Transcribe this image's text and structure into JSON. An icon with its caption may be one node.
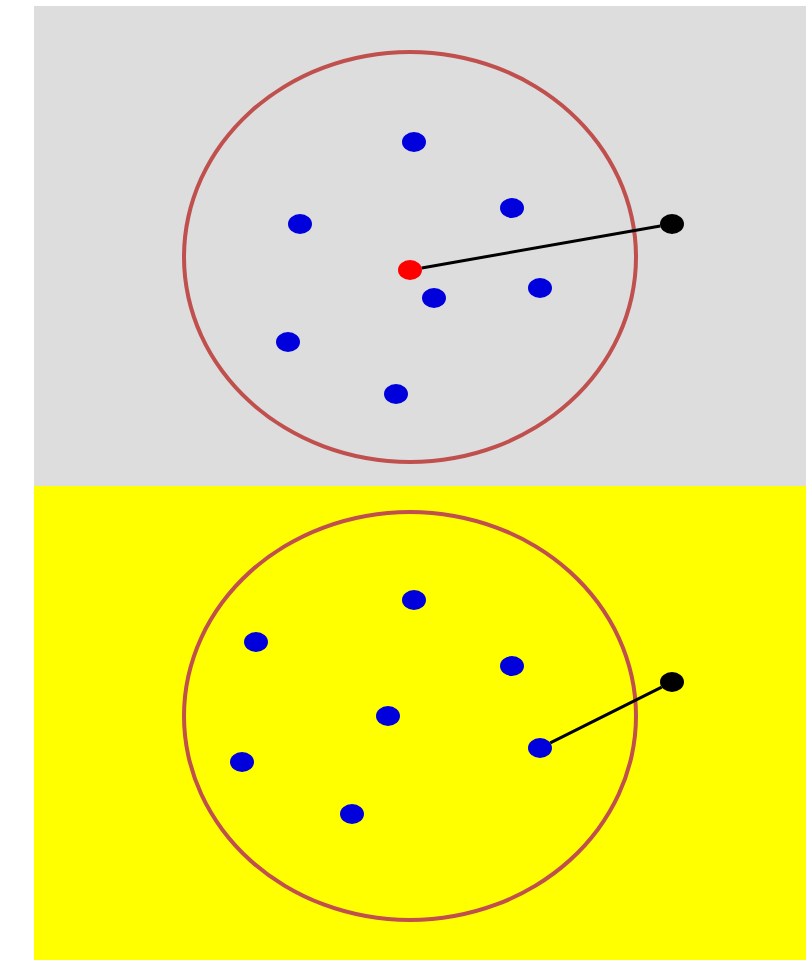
{
  "diagram": {
    "nodes": [
      {
        "text": [],
        "shape": "box"
      },
      {
        "text": [],
        "shape": "circle",
        "in": 0
      },
      {
        "text": [],
        "shape": "circle",
        "in": 1
      },
      {
        "text": [],
        "shape": "circle",
        "in": 1
      },
      {
        "text": [],
        "shape": "circle",
        "in": 1
      },
      {
        "text": [],
        "shape": "circle",
        "in": 0
      },
      {
        "text": [],
        "shape": "circle",
        "in": 1
      },
      {
        "text": [],
        "shape": "circle",
        "in": 1
      },
      {
        "text": [],
        "shape": "circle",
        "in": 1
      },
      {
        "text": [],
        "shape": "circle",
        "in": 1
      },
      {
        "text": [],
        "shape": "circle",
        "in": 1
      },
      {
        "text": [],
        "shape": "box"
      },
      {
        "text": [],
        "shape": "circle",
        "in": 11
      },
      {
        "text": [],
        "shape": "circle",
        "in": 12
      },
      {
        "text": [],
        "shape": "circle",
        "in": 12
      },
      {
        "text": [],
        "shape": "circle",
        "in": 12
      },
      {
        "text": [],
        "shape": "circle",
        "in": 11
      },
      {
        "text": [],
        "shape": "circle",
        "in": 12
      },
      {
        "text": [],
        "shape": "circle",
        "in": 12
      },
      {
        "text": [],
        "shape": "circle",
        "in": 12
      },
      {
        "text": [],
        "shape": "circle",
        "in": 12
      }
    ],
    "edges": [
      {
        "from": 6,
        "to": 5,
        "arrow": "none"
      },
      {
        "from": 18,
        "to": 16,
        "arrow": "none"
      }
    ]
  }
}
